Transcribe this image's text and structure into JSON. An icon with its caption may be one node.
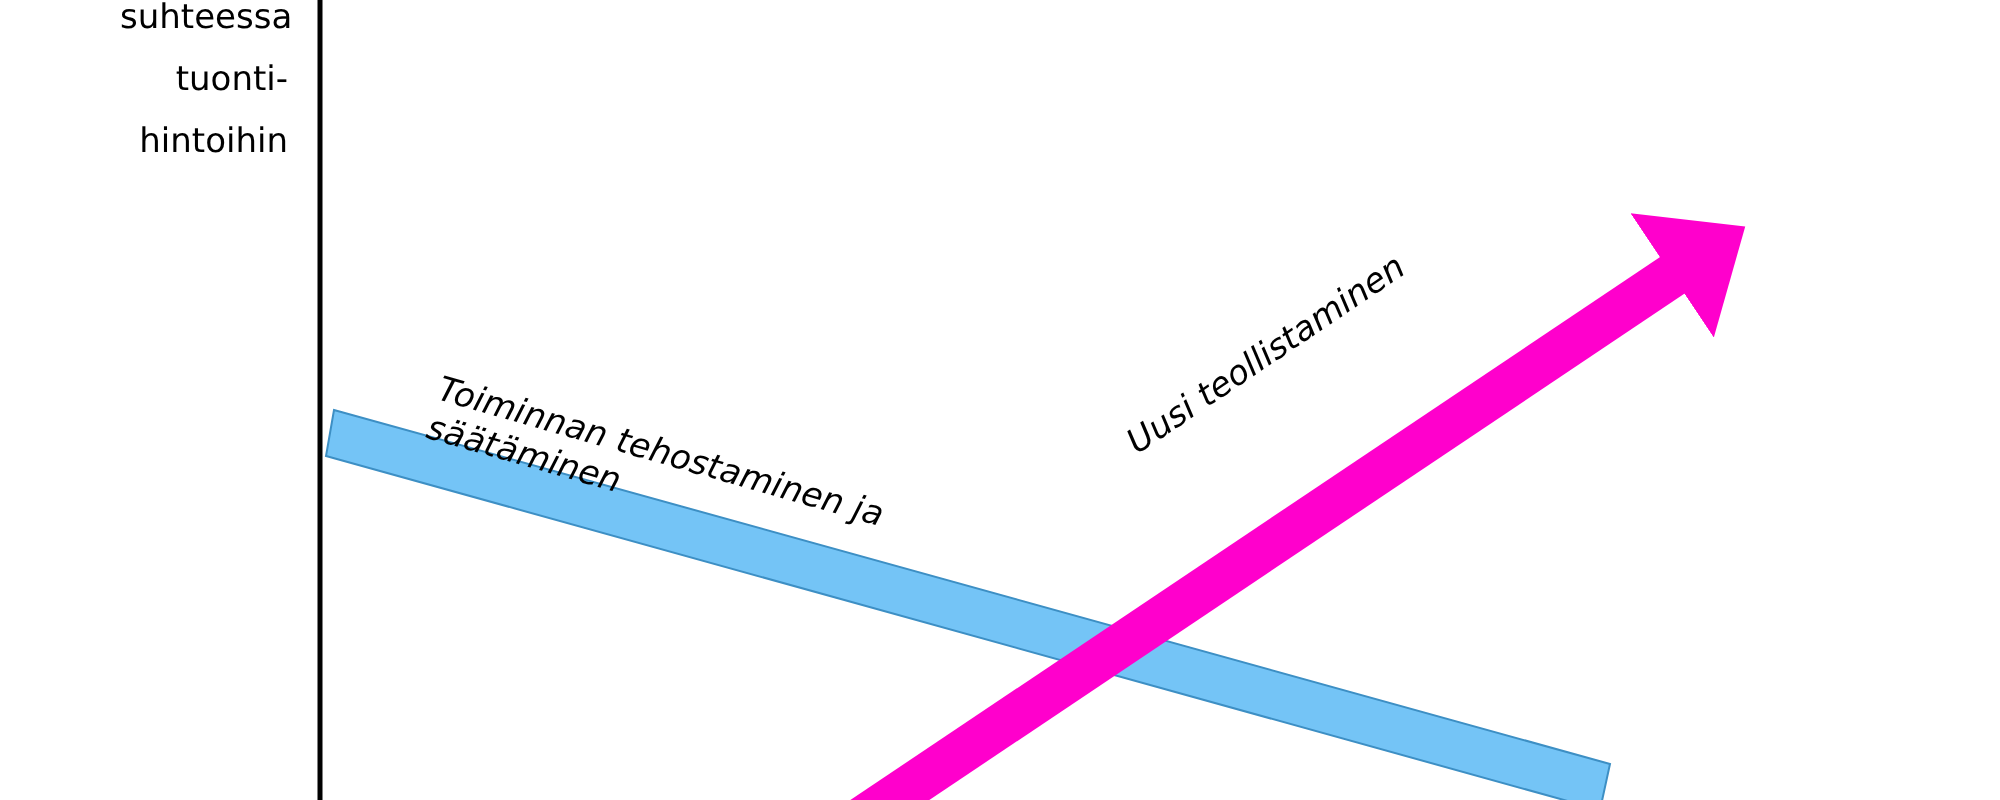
{
  "diagram": {
    "labels": [
      "suhteessa tuonti-hintoihin",
      "Toiminnan tehostaminen ja säätäminen",
      "Uusi teollistaminen"
    ]
  }
}
